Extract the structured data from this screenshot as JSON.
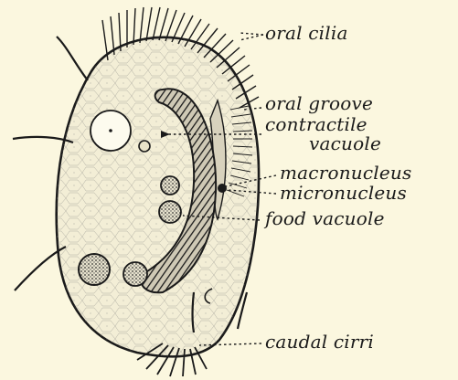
{
  "diagram": {
    "background": "#fbf7df",
    "ink": "#1a1a1a",
    "labels": {
      "oral_cilia": "oral cilia",
      "oral_groove": "oral groove",
      "contractile_1": "contractile",
      "contractile_2": "vacuole",
      "macronucleus": "macronucleus",
      "micronucleus": "micronucleus",
      "food_vacuole": "food vacuole",
      "caudal_cirri": "caudal cirri"
    }
  }
}
